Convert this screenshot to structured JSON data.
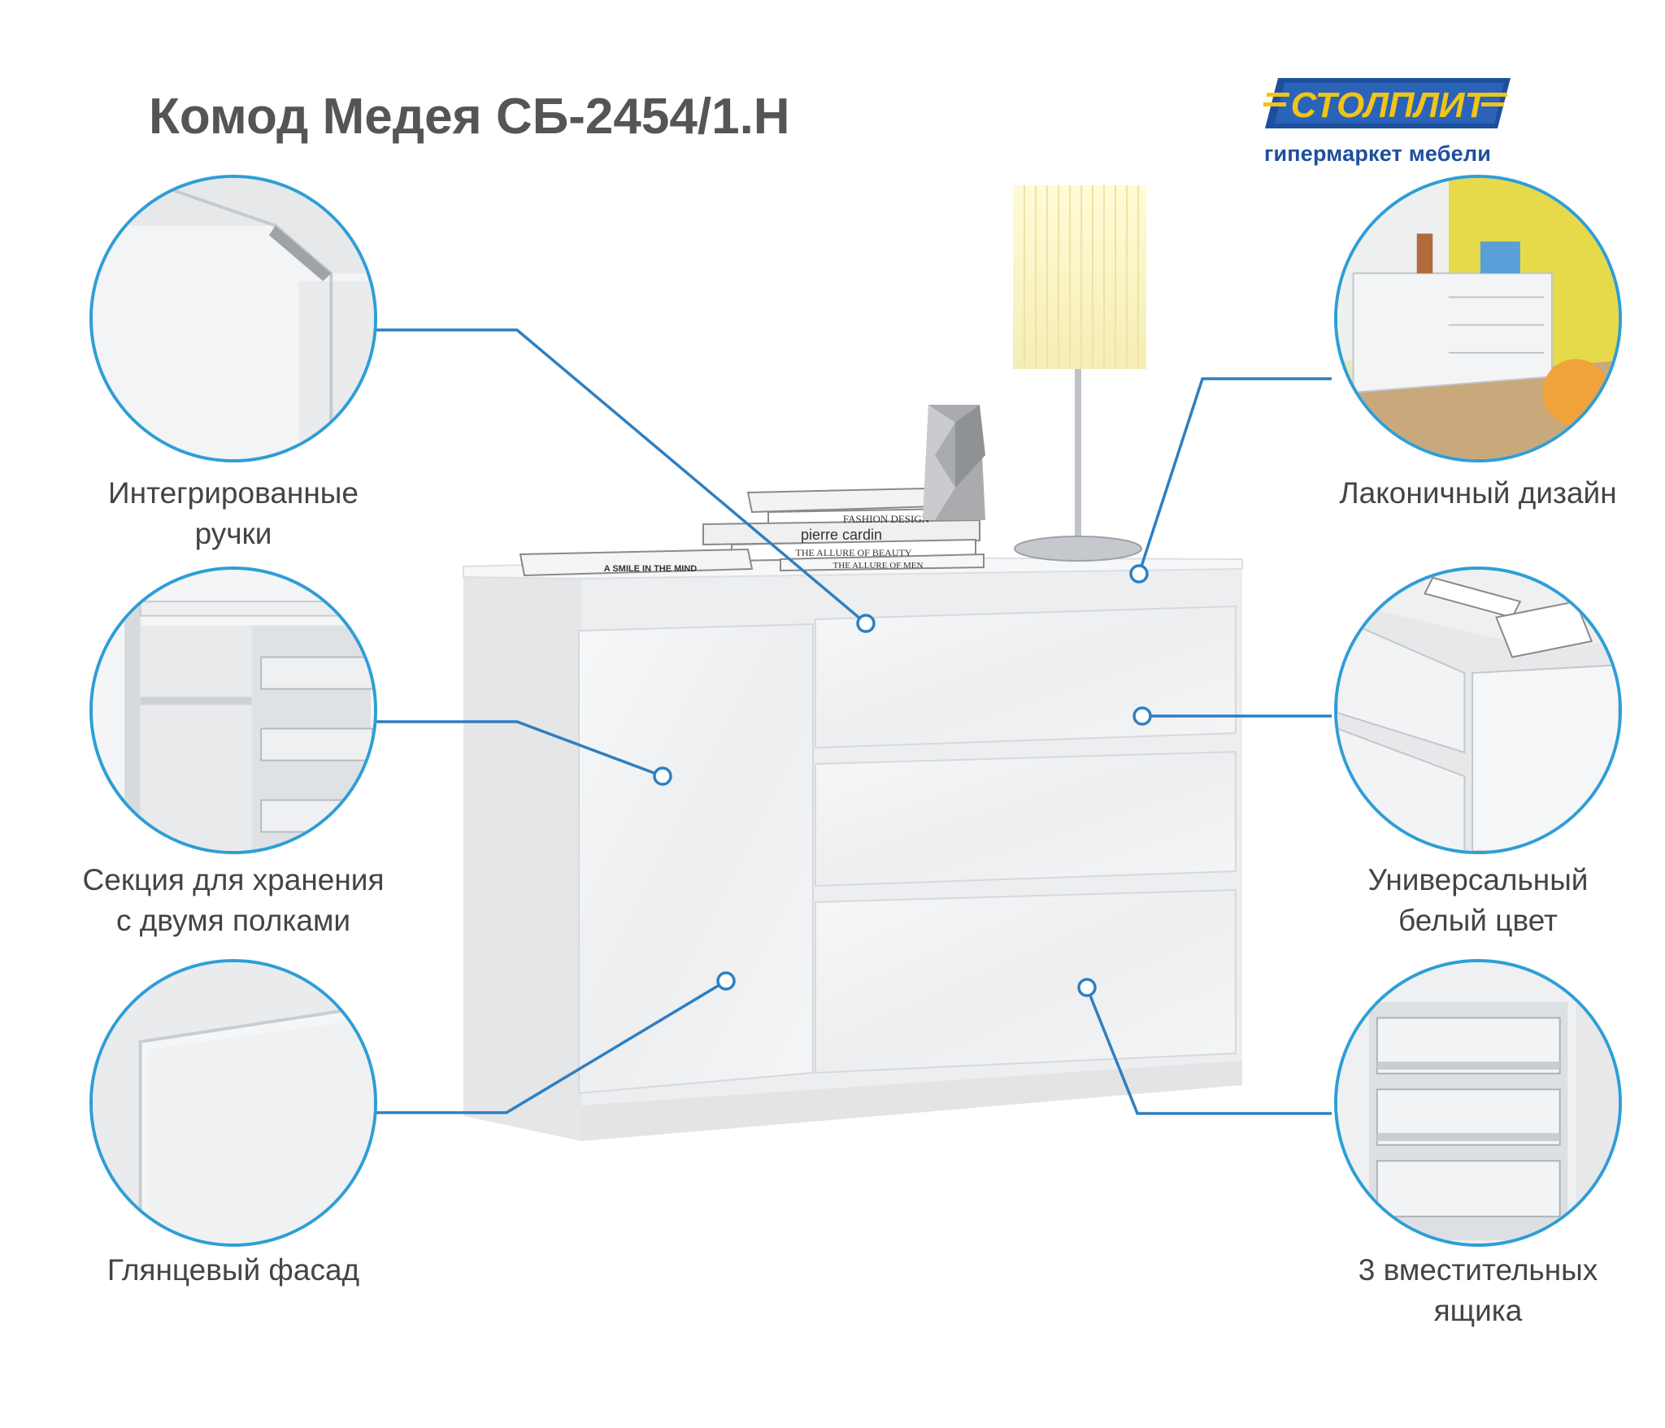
{
  "title": "Комод Медея СБ-2454/1.Н",
  "brand": {
    "name": "СТОЛПЛИТ",
    "tagline": "гипермаркет мебели",
    "colors": {
      "blue": "#1d4f9e",
      "yellow": "#f2c417"
    }
  },
  "accent_color": "#2e9ed6",
  "book_titles": [
    "FASHION DESIGN",
    "pierre cardin",
    "THE ALLURE OF BEAUTY",
    "THE ALLURE OF MEN",
    "A SMILE IN THE MIND"
  ],
  "features": {
    "handles": {
      "line1": "Интегрированные",
      "line2": "ручки"
    },
    "storage": {
      "line1": "Секция для хранения",
      "line2": "с двумя полками"
    },
    "glossy": {
      "line1": "Глянцевый фасад"
    },
    "design": {
      "line1": "Лаконичный дизайн"
    },
    "white": {
      "line1": "Универсальный",
      "line2": "белый цвет"
    },
    "drawers": {
      "line1": "3 вместительных",
      "line2": "ящика"
    }
  }
}
